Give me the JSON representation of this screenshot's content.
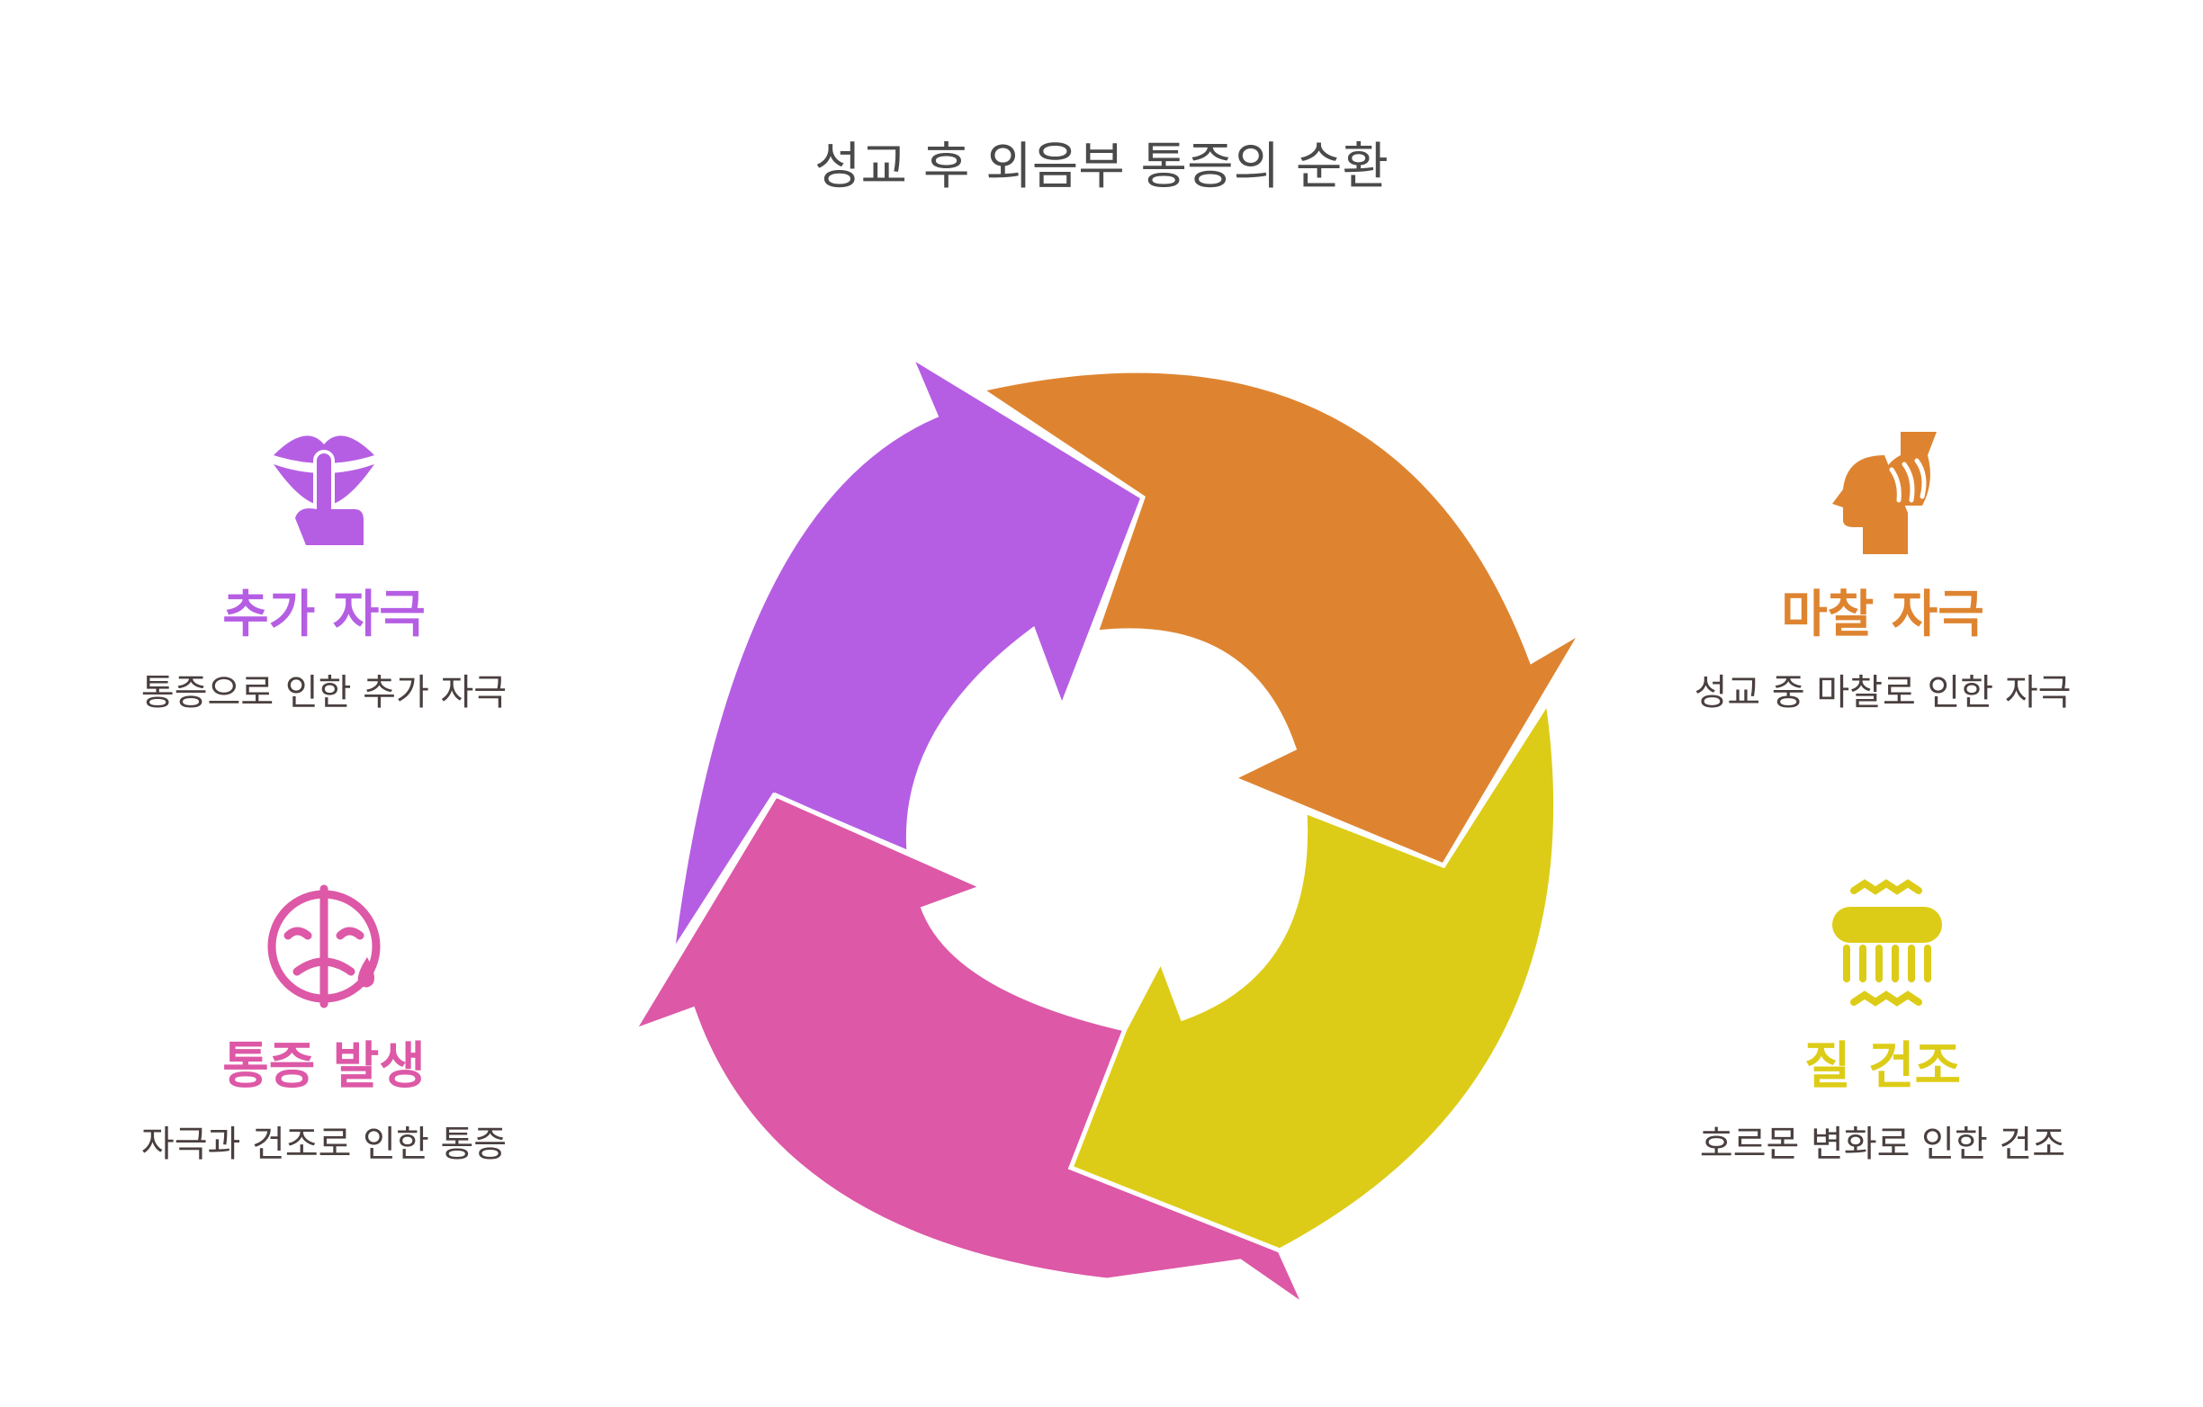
{
  "title": "성교 후 외음부 통증의 순환",
  "colors": {
    "purple": "#b55ee3",
    "orange": "#de8430",
    "yellow": "#ddcc17",
    "pink": "#dd58a6",
    "desc_text": "#4a3f3f"
  },
  "steps": {
    "friction": {
      "heading": "마찰 자극",
      "desc": "성교 중 마찰로 인한 자극",
      "icon": "head-hand-icon"
    },
    "dryness": {
      "heading": "질 건조",
      "desc": "호르몬 변화로 인한 건조",
      "icon": "dry-brush-icon"
    },
    "pain": {
      "heading": "통증 발생",
      "desc": "자극과 건조로 인한 통증",
      "icon": "crying-face-icon"
    },
    "additional": {
      "heading": "추가 자극",
      "desc": "통증으로 인한 추가 자극",
      "icon": "shush-lips-icon"
    }
  }
}
